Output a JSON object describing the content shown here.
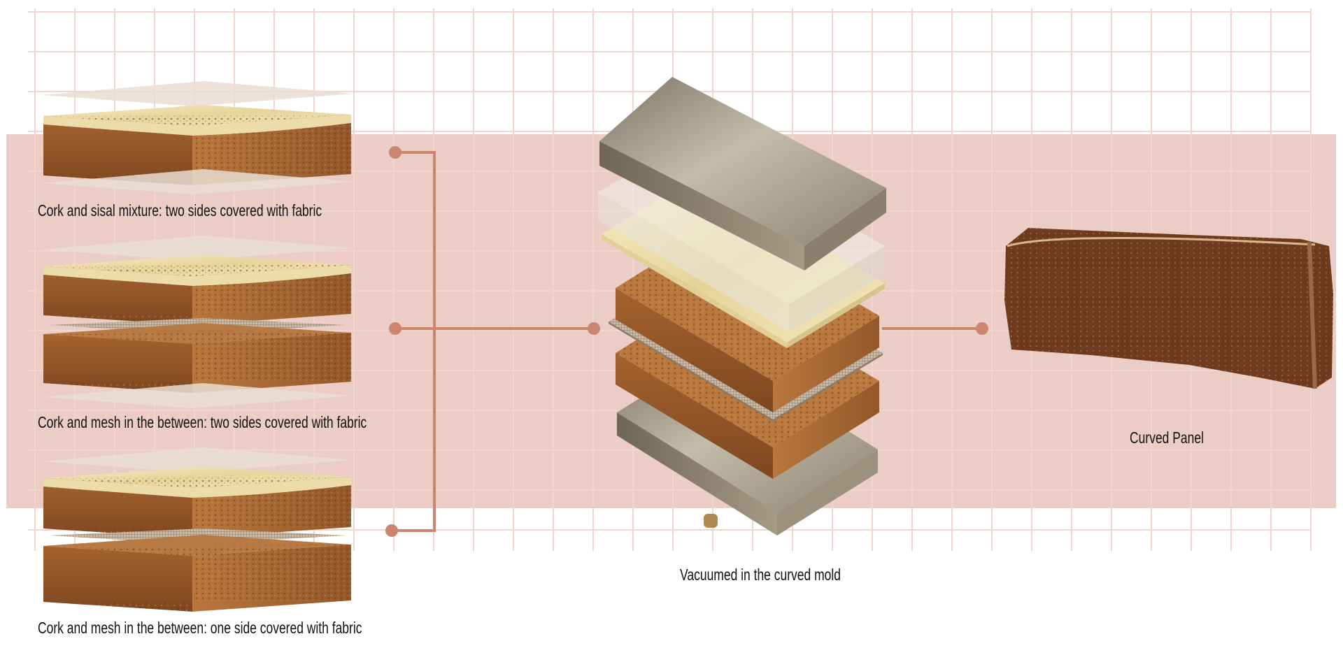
{
  "colors": {
    "band": "#ebcdc5",
    "grid": "#f2d6ce",
    "connector": "#cc8670",
    "cork": "#9a5a2c",
    "fabric": "#efe2c0",
    "mold": "#8f8370",
    "panel": "#6e3a1f"
  },
  "labels": {
    "sample_1": "Cork and sisal mixture: two sides covered with fabric",
    "sample_2": "Cork and mesh in the between: two sides covered with fabric",
    "sample_3": "Cork and mesh in the between: one side covered with fabric",
    "mold": "Vacuumed in the curved mold",
    "result": "Curved Panel"
  }
}
